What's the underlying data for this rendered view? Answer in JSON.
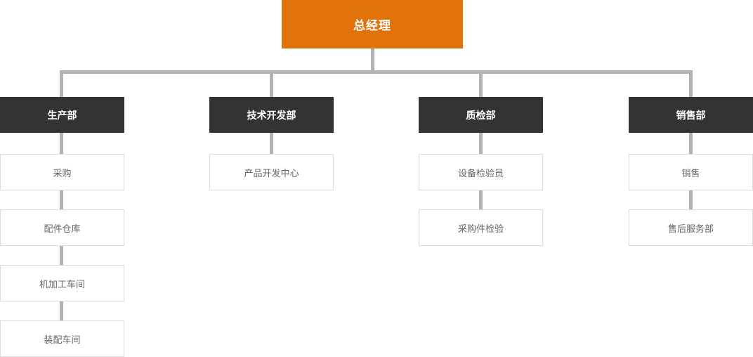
{
  "chart_type": "org-chart",
  "colors": {
    "root_background": "#e2720a",
    "root_text": "#ffffff",
    "department_background": "#333333",
    "department_text": "#ffffff",
    "sub_background": "#ffffff",
    "sub_border": "#dcdcdc",
    "sub_text": "#666666",
    "connector": "#b3b3b3",
    "page_background": "#ffffff"
  },
  "root": {
    "label": "总经理"
  },
  "departments": [
    {
      "label": "生产部",
      "children": [
        {
          "label": "采购"
        },
        {
          "label": "配件仓库"
        },
        {
          "label": "机加工车间"
        },
        {
          "label": "装配车间"
        }
      ]
    },
    {
      "label": "技术开发部",
      "children": [
        {
          "label": "产品开发中心"
        }
      ]
    },
    {
      "label": "质检部",
      "children": [
        {
          "label": "设备检验员"
        },
        {
          "label": "采购件检验"
        }
      ]
    },
    {
      "label": "销售部",
      "children": [
        {
          "label": "销售"
        },
        {
          "label": "售后服务部"
        }
      ]
    }
  ]
}
